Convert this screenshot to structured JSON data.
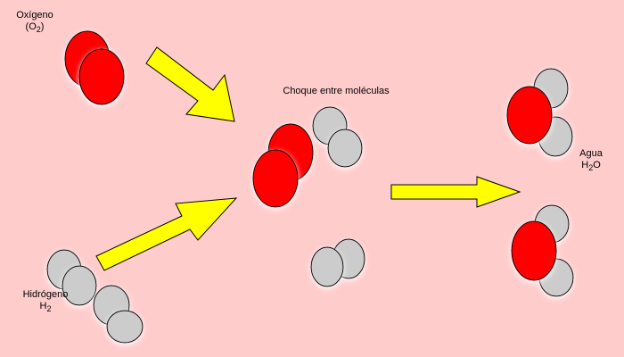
{
  "labels": {
    "oxygen": {
      "name": "Oxígeno",
      "formula_prefix": "(O",
      "formula_sub": "2",
      "formula_suffix": ")"
    },
    "hydrogen": {
      "name": "Hidrógeno",
      "formula_prefix": "H",
      "formula_sub": "2"
    },
    "water": {
      "name": "Agua",
      "formula_prefix": "H",
      "formula_sub": "2",
      "formula_suffix": "O"
    },
    "collision": "Choque entre  moléculas"
  },
  "colors": {
    "background": "#ffcccc",
    "oxygen_atom": "#ff0000",
    "hydrogen_atom": "#cccccc",
    "arrow": "#ffff00",
    "outline": "#000000"
  }
}
